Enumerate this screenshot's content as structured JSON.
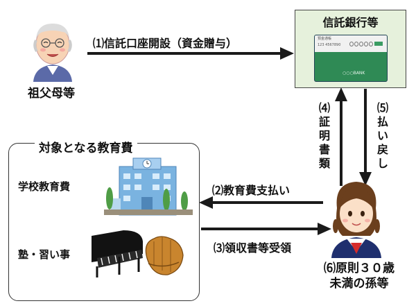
{
  "grandparents": {
    "label": "祖父母等"
  },
  "bank": {
    "title": "信託銀行等",
    "passbook_title": "預金通帳",
    "passbook_number": "123 4567890",
    "passbook_bank": "○○○BANK"
  },
  "education": {
    "title": "対象となる教育費",
    "school_label": "学校教育費",
    "lessons_label": "塾・習い事"
  },
  "grandchild": {
    "line1": "⑹原則３０歳",
    "line2": "未満の孫等"
  },
  "flows": {
    "f1": "⑴信託口座開設（資金贈与）",
    "f2": "⑵教育費支払い",
    "f3": "⑶領収書等受領",
    "f4_num": "⑷",
    "f4_text": [
      "証",
      "明",
      "書",
      "類"
    ],
    "f5_num": "⑸",
    "f5_text": [
      "払",
      "い",
      "戻",
      "し"
    ]
  },
  "colors": {
    "arrow": "#1a1a1a",
    "bank_bg": "#e6f1dc",
    "passbook": "#2f8a55",
    "building": "#7ab3e0"
  }
}
